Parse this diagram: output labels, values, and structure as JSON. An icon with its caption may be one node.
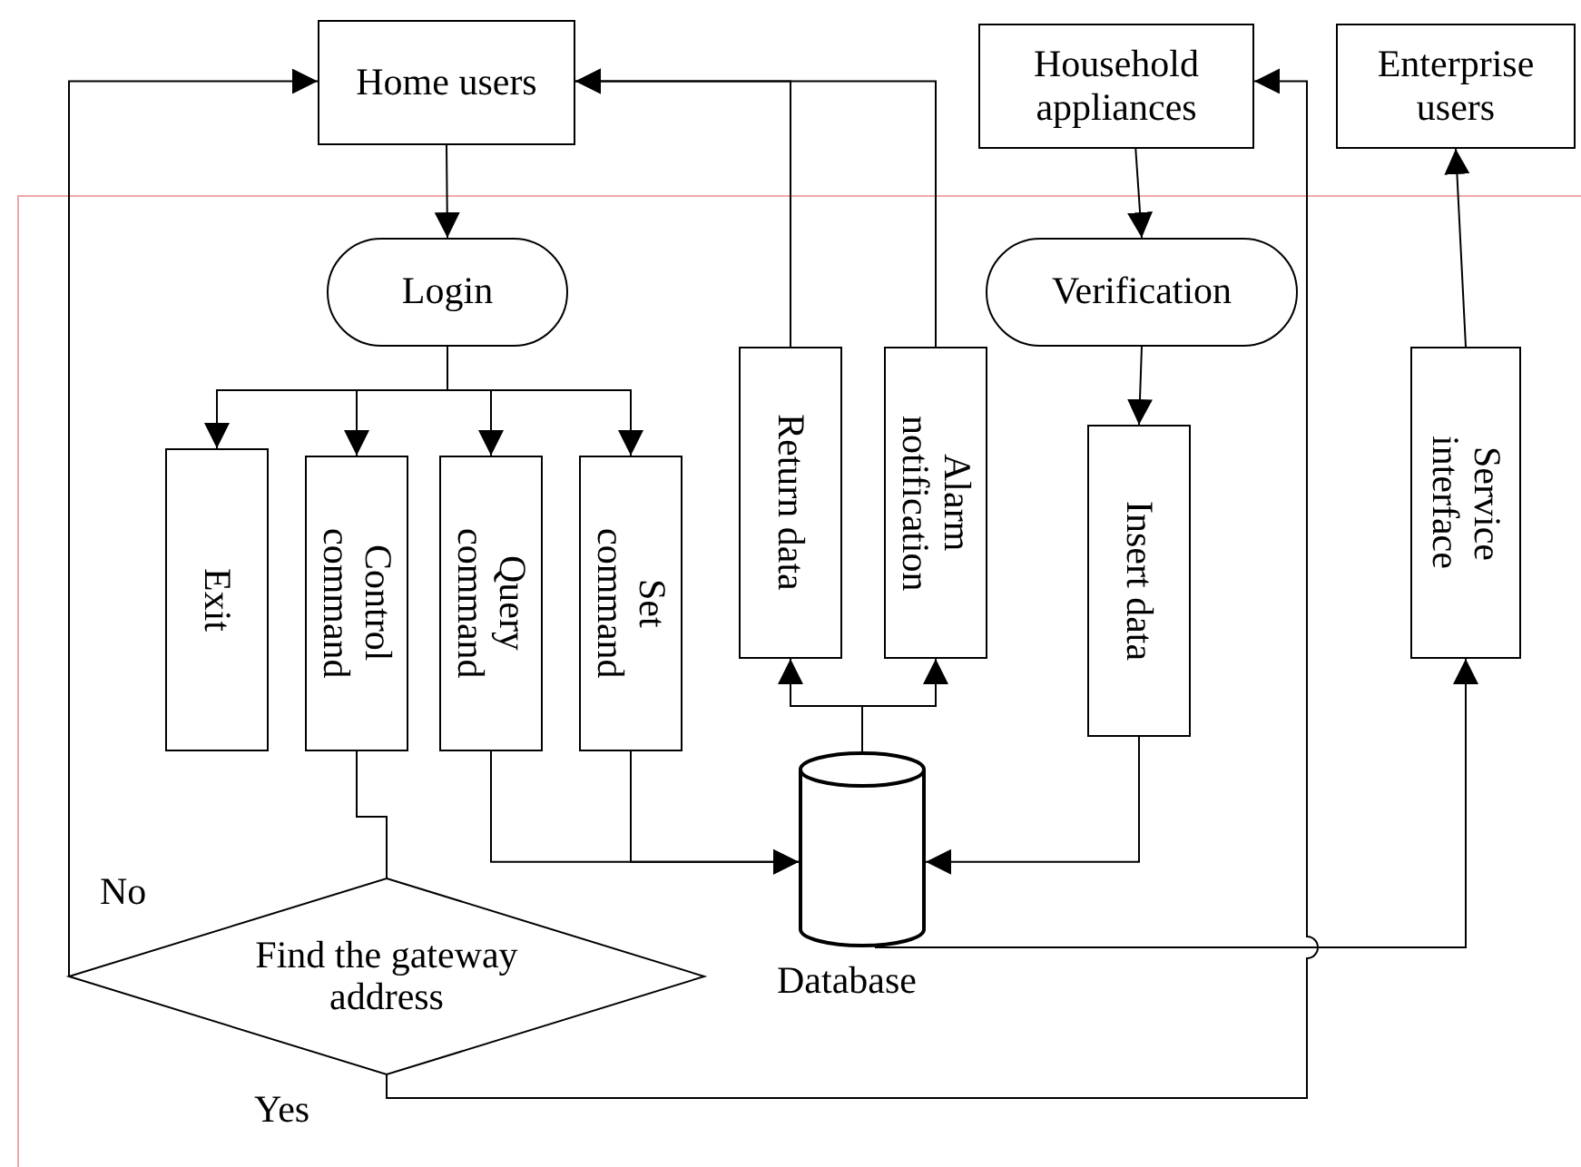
{
  "diagram": {
    "nodes": [
      {
        "text": [
          "Home users"
        ]
      },
      {
        "text": [
          "Household appliances"
        ]
      },
      {
        "text": [
          "Enterprise users"
        ]
      },
      {
        "text": [
          "Login"
        ]
      },
      {
        "text": [
          "Exit"
        ]
      },
      {
        "text": [
          "Control command"
        ]
      },
      {
        "text": [
          "Query command"
        ]
      },
      {
        "text": [
          "Set command"
        ]
      },
      {
        "text": [
          "Return data"
        ]
      },
      {
        "text": [
          "Alarm notification"
        ]
      },
      {
        "text": [
          "Verification"
        ]
      },
      {
        "text": [
          "Insert data"
        ]
      },
      {
        "text": [
          "Service interface"
        ]
      },
      {
        "text": [],
        "shape": "cylinder",
        "beside": [
          "Database"
        ]
      },
      {
        "text": [
          "Find the gateway address"
        ]
      }
    ],
    "edges": [
      {
        "from": 0,
        "to": 3,
        "arrow": "to"
      },
      {
        "from": 3,
        "to": 4,
        "arrow": "to"
      },
      {
        "from": 3,
        "to": 5,
        "arrow": "to"
      },
      {
        "from": 3,
        "to": 6,
        "arrow": "to"
      },
      {
        "from": 3,
        "to": 7,
        "arrow": "to"
      },
      {
        "from": 5,
        "to": 14,
        "arrow": "none"
      },
      {
        "from": 6,
        "to": 13,
        "arrow": "to"
      },
      {
        "from": 7,
        "to": 13,
        "arrow": "to"
      },
      {
        "from": 11,
        "to": 13,
        "arrow": "to"
      },
      {
        "from": 13,
        "to": 8,
        "arrow": "to"
      },
      {
        "from": 13,
        "to": 9,
        "arrow": "to"
      },
      {
        "from": 8,
        "to": 0,
        "arrow": "to"
      },
      {
        "from": 9,
        "to": 0,
        "arrow": "to"
      },
      {
        "from": 14,
        "to": 0,
        "label": "No",
        "arrow": "to"
      },
      {
        "from": 14,
        "to": 1,
        "label": "Yes",
        "arrow": "to"
      },
      {
        "from": 1,
        "to": 10,
        "arrow": "to"
      },
      {
        "from": 10,
        "to": 11,
        "arrow": "to"
      },
      {
        "from": 13,
        "to": 12,
        "arrow": "to"
      },
      {
        "from": 12,
        "to": 2,
        "arrow": "to"
      }
    ]
  }
}
